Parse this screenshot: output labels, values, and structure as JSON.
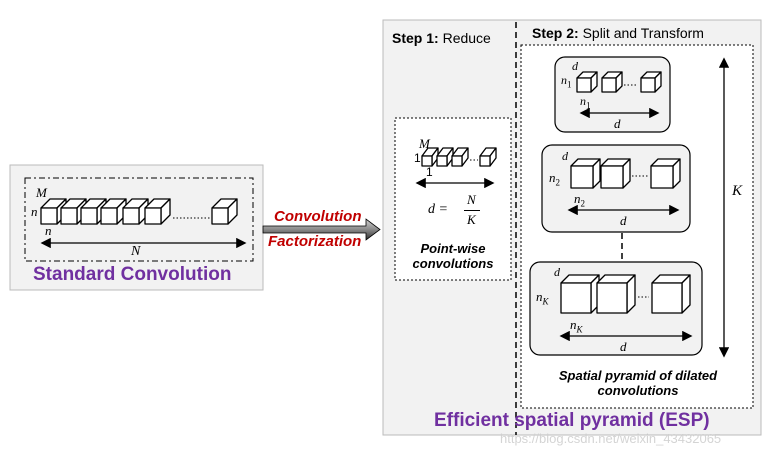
{
  "left": {
    "title": "Standard Convolution",
    "label_M": "M",
    "label_n_side": "n",
    "label_n_bottom": "n",
    "label_N": "N"
  },
  "arrow": {
    "line1": "Convolution",
    "line2": "Factorization"
  },
  "right": {
    "step1_bold": "Step 1:",
    "step1_text": " Reduce",
    "step2_bold": "Step 2:",
    "step2_text": " Split and Transform",
    "pointwise": {
      "label_M": "M",
      "label_1_side": "1",
      "label_1_bottom": "1",
      "eq_lhs": "d =",
      "eq_num": "N",
      "eq_den": "K",
      "caption_line1": "Point-wise",
      "caption_line2": "convolutions"
    },
    "pyramid": {
      "level1": {
        "d_top": "d",
        "n_side": "n",
        "n_side_sub": "1",
        "n_bottom": "n",
        "n_bottom_sub": "1",
        "d_bottom": "d"
      },
      "level2": {
        "d_top": "d",
        "n_side": "n",
        "n_side_sub": "2",
        "n_bottom": "n",
        "n_bottom_sub": "2",
        "d_bottom": "d"
      },
      "levelK": {
        "d_top": "d",
        "n_side": "n",
        "n_side_sub": "K",
        "n_bottom": "n",
        "n_bottom_sub": "K",
        "d_bottom": "d"
      },
      "label_K": "K",
      "caption_line1": "Spatial pyramid of dilated",
      "caption_line2": "convolutions"
    },
    "title": "Efficient spatial pyramid (ESP)"
  },
  "watermark": "https://blog.csdn.net/weixin_43432065"
}
